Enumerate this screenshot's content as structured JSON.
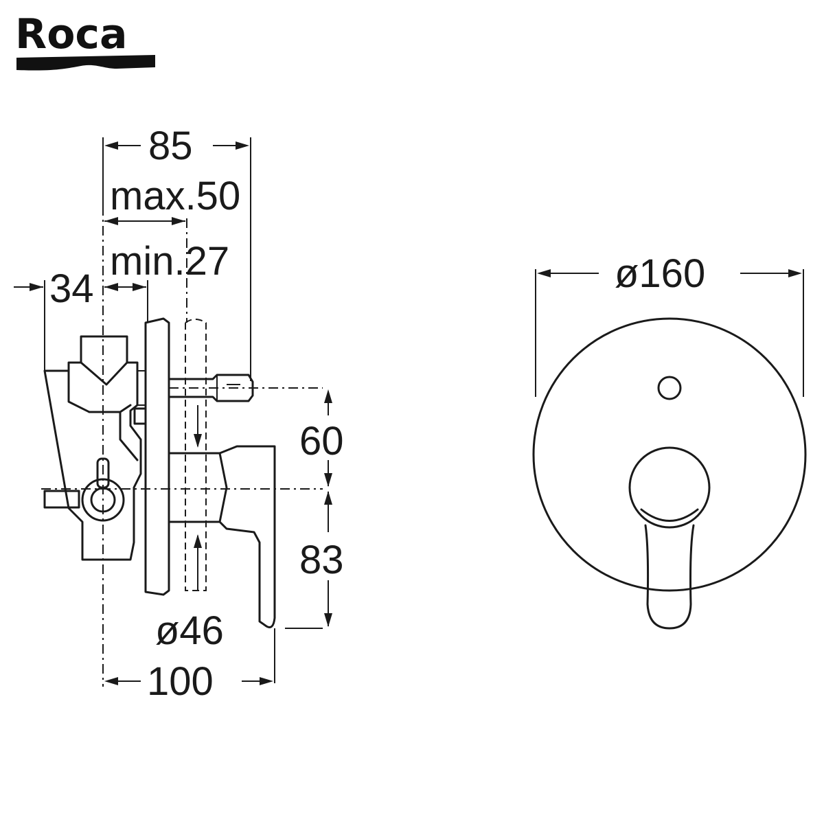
{
  "brand": {
    "name": "Roca",
    "ink": "#1a1a1a"
  },
  "dimensions": {
    "d85": "85",
    "max50": "max.50",
    "min27": "min.27",
    "d34": "34",
    "d60": "60",
    "d83": "83",
    "dia46": "ø46",
    "d100": "100",
    "dia160": "ø160"
  }
}
